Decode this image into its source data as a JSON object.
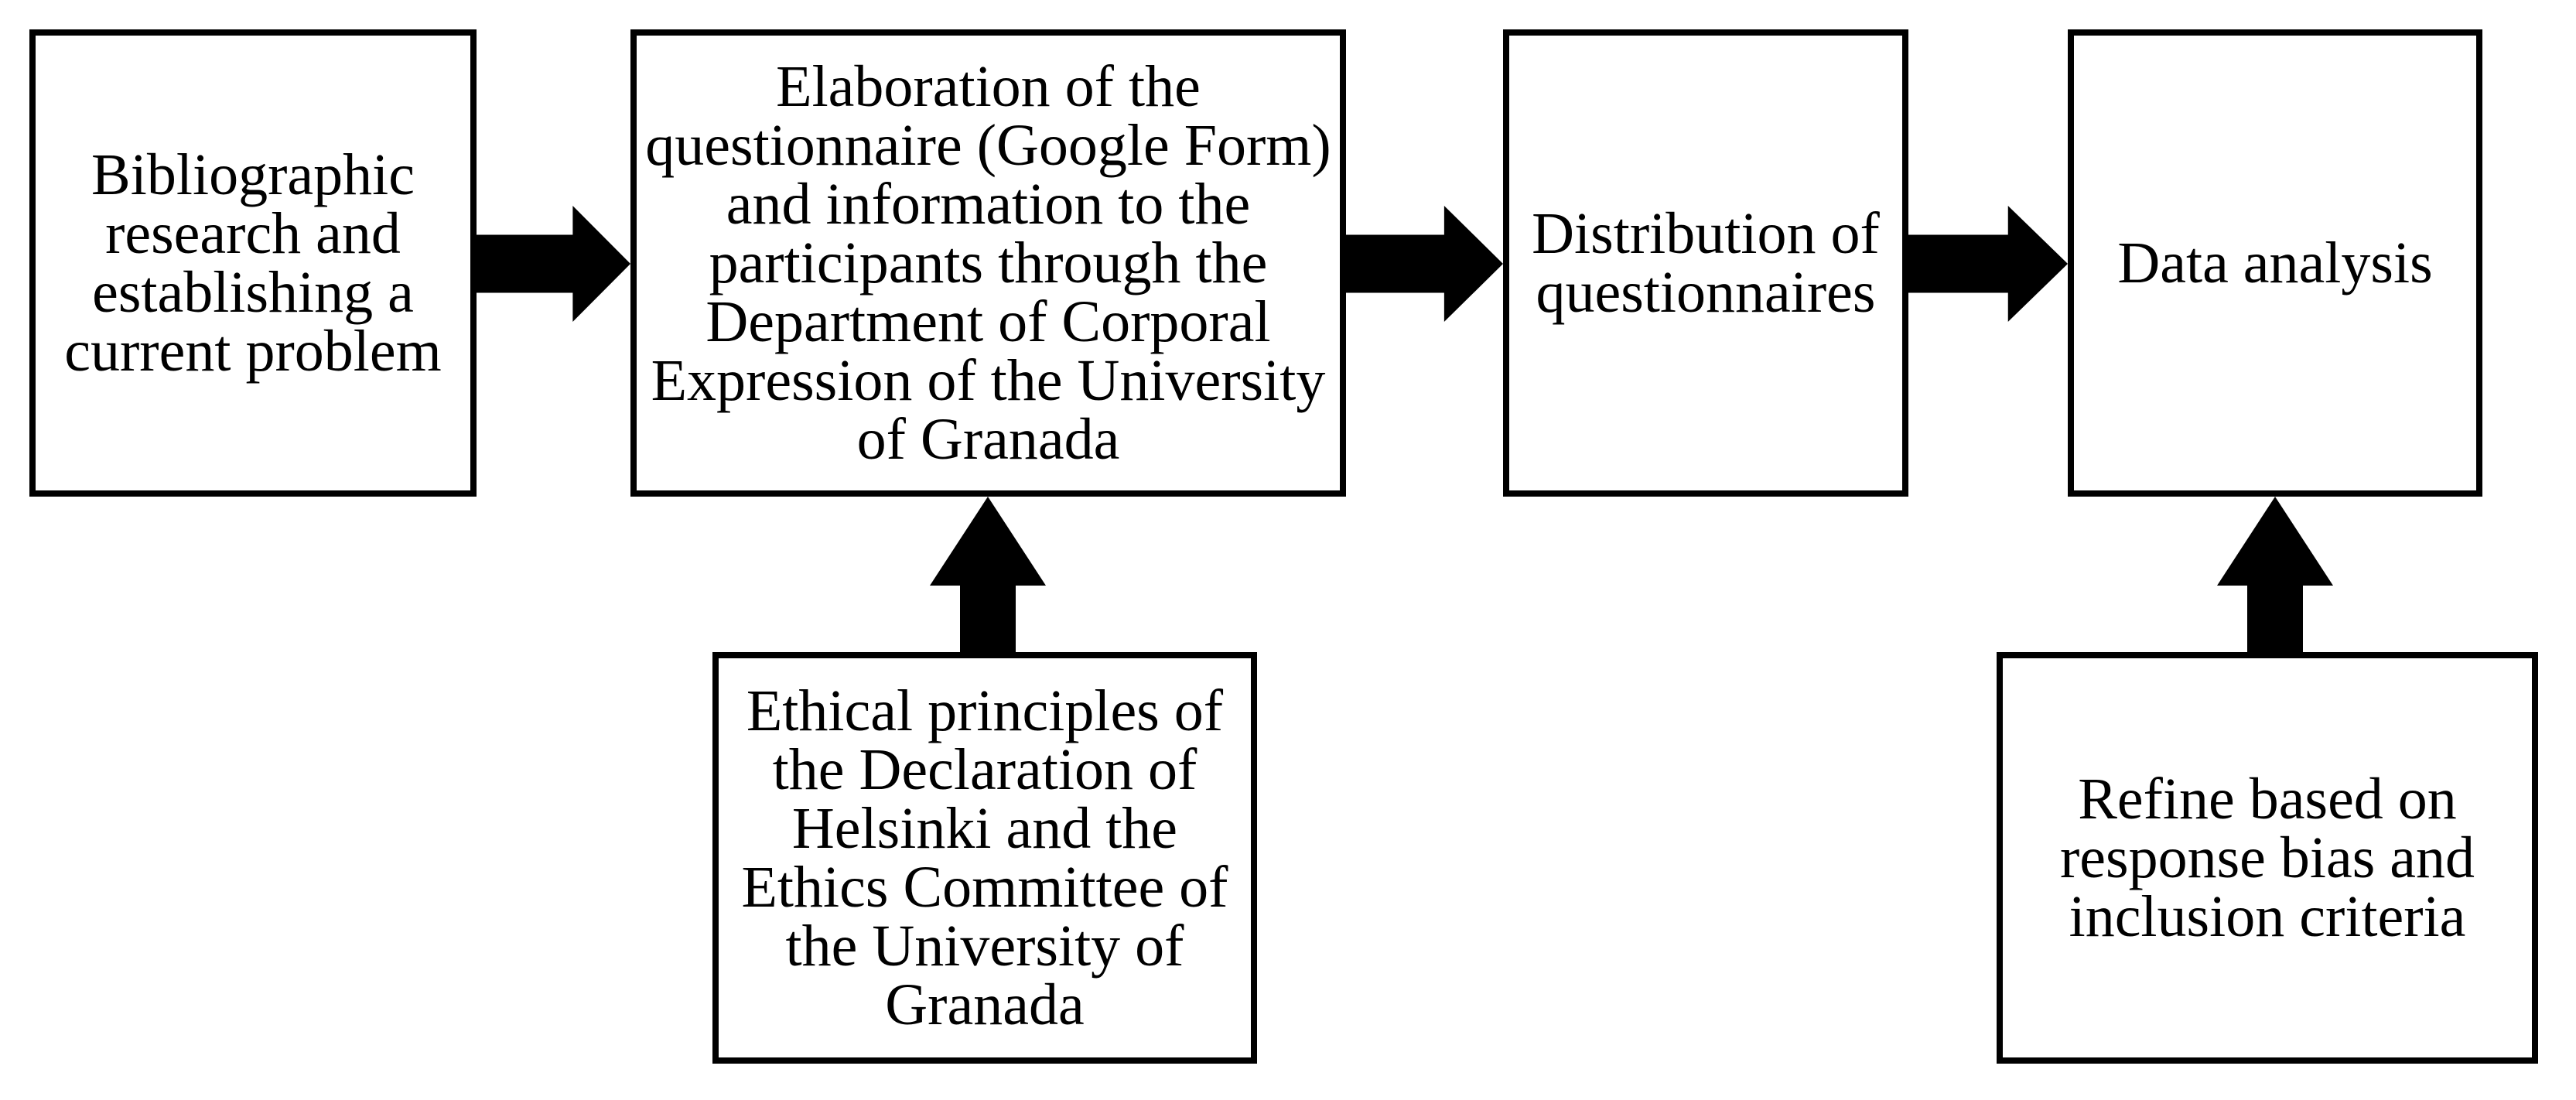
{
  "diagram": {
    "type": "flowchart",
    "colors": {
      "ink": "#000000",
      "paper": "#ffffff"
    },
    "boxes": {
      "bibliographic": {
        "label": "Bibliographic\nresearch and\nestablishing a\ncurrent problem"
      },
      "elaboration": {
        "label": "Elaboration of the\nquestionnaire (Google Form)\nand information to the\nparticipants through the\nDepartment of Corporal\nExpression of the University\nof Granada"
      },
      "distribution": {
        "label": "Distribution of\nquestionnaires"
      },
      "data_analysis": {
        "label": "Data analysis"
      },
      "ethical": {
        "label": "Ethical principles of\nthe Declaration of\nHelsinki and the\nEthics Committee of\nthe University of\nGranada"
      },
      "refine": {
        "label": "Refine based on\nresponse bias and\ninclusion criteria"
      }
    },
    "arrows": [
      {
        "direction": "right",
        "from": "bibliographic",
        "to": "elaboration"
      },
      {
        "direction": "right",
        "from": "elaboration",
        "to": "distribution"
      },
      {
        "direction": "right",
        "from": "distribution",
        "to": "data_analysis"
      },
      {
        "direction": "up",
        "from": "ethical",
        "to": "elaboration"
      },
      {
        "direction": "up",
        "from": "refine",
        "to": "data_analysis"
      }
    ]
  }
}
